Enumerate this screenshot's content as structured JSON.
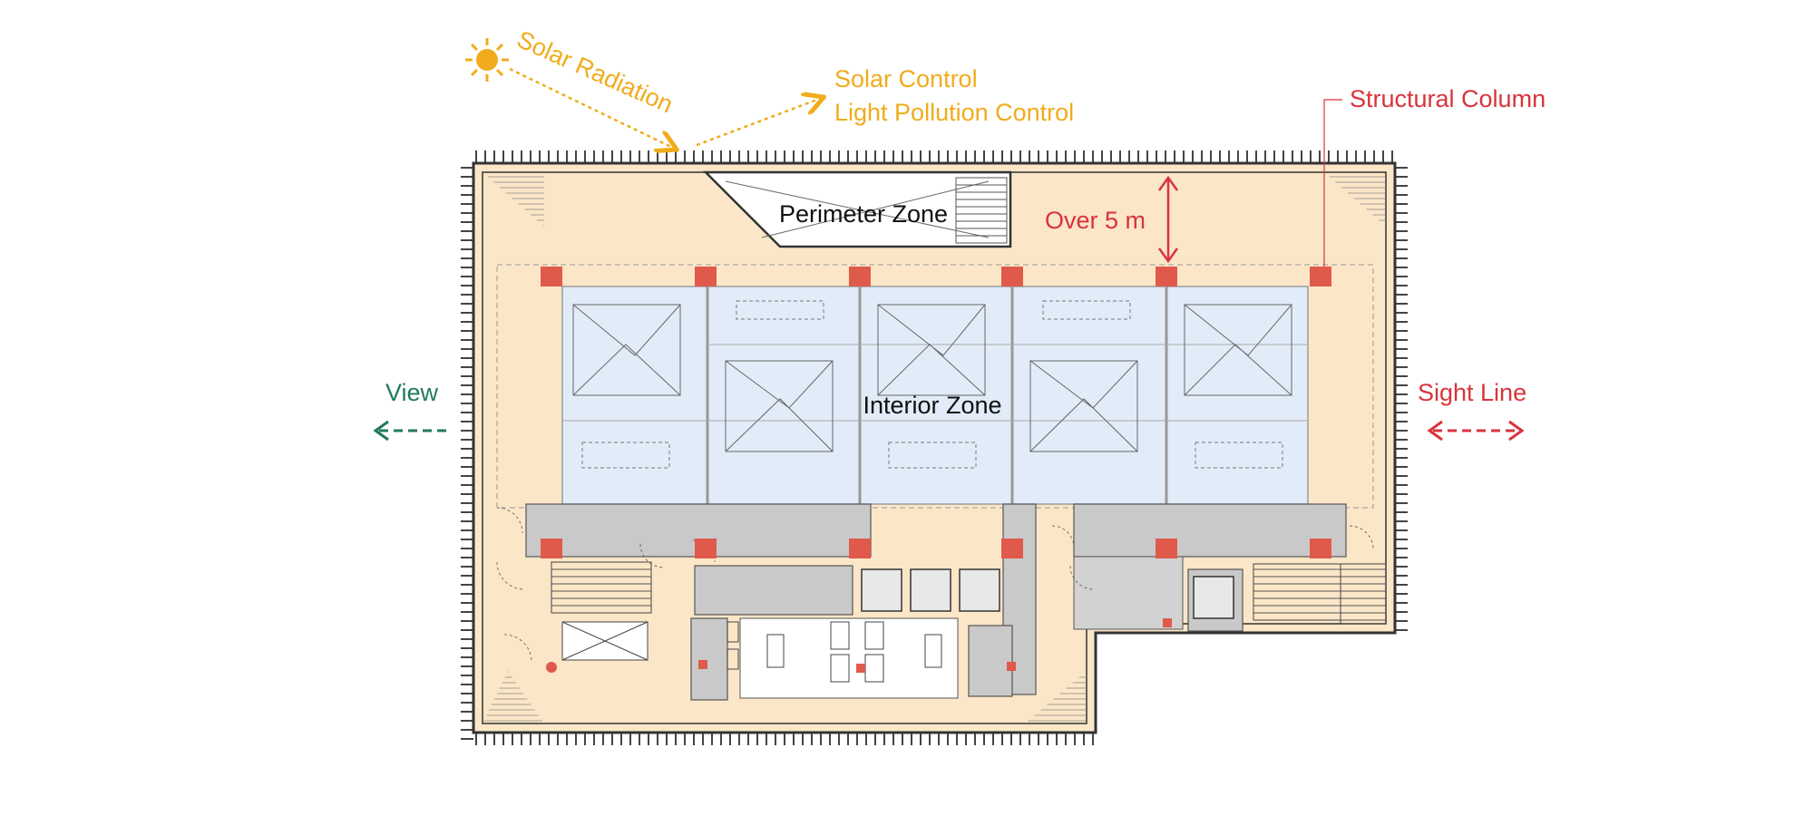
{
  "labels": {
    "solar_radiation": "Solar Radiation",
    "solar_control": "Solar Control",
    "light_pollution_control": "Light Pollution Control",
    "structural_column": "Structural Column",
    "perimeter_zone": "Perimeter Zone",
    "over_5m": "Over 5 m",
    "interior_zone": "Interior Zone",
    "view": "View",
    "sight_line": "Sight Line"
  },
  "colors": {
    "solar": "#f0ac1c",
    "red": "#d9343c",
    "green": "#217a5a",
    "perimeter_fill": "#fbe6c8",
    "interior_fill": "#e1ecf8",
    "core_fill": "#c9c9c9",
    "column": "#e05a4c",
    "line": "#3c3c3c"
  },
  "icons": {
    "sun": "sun-icon",
    "stair": "stair-icon",
    "elevator": "elevator-icon",
    "toilet": "toilet-icon"
  }
}
